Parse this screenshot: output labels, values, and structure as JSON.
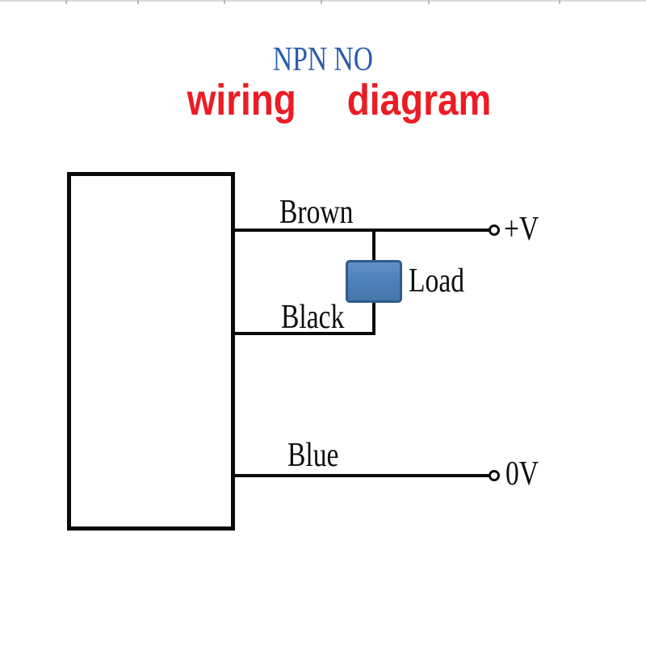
{
  "title": {
    "heading": "NPN NO",
    "subheading": "wiring  diagram"
  },
  "colors": {
    "heading_text": "#2a5caa",
    "subheading_text": "#ec1c24",
    "wire": "#0a0a0a",
    "load_fill": "#4f81bd",
    "load_border": "#2f5a8c",
    "background": "#ffffff"
  },
  "wires": {
    "brown": {
      "label": "Brown",
      "terminal": "+V"
    },
    "black": {
      "label": "Black"
    },
    "blue": {
      "label": "Blue",
      "terminal": "0V"
    }
  },
  "load": {
    "label": "Load"
  }
}
